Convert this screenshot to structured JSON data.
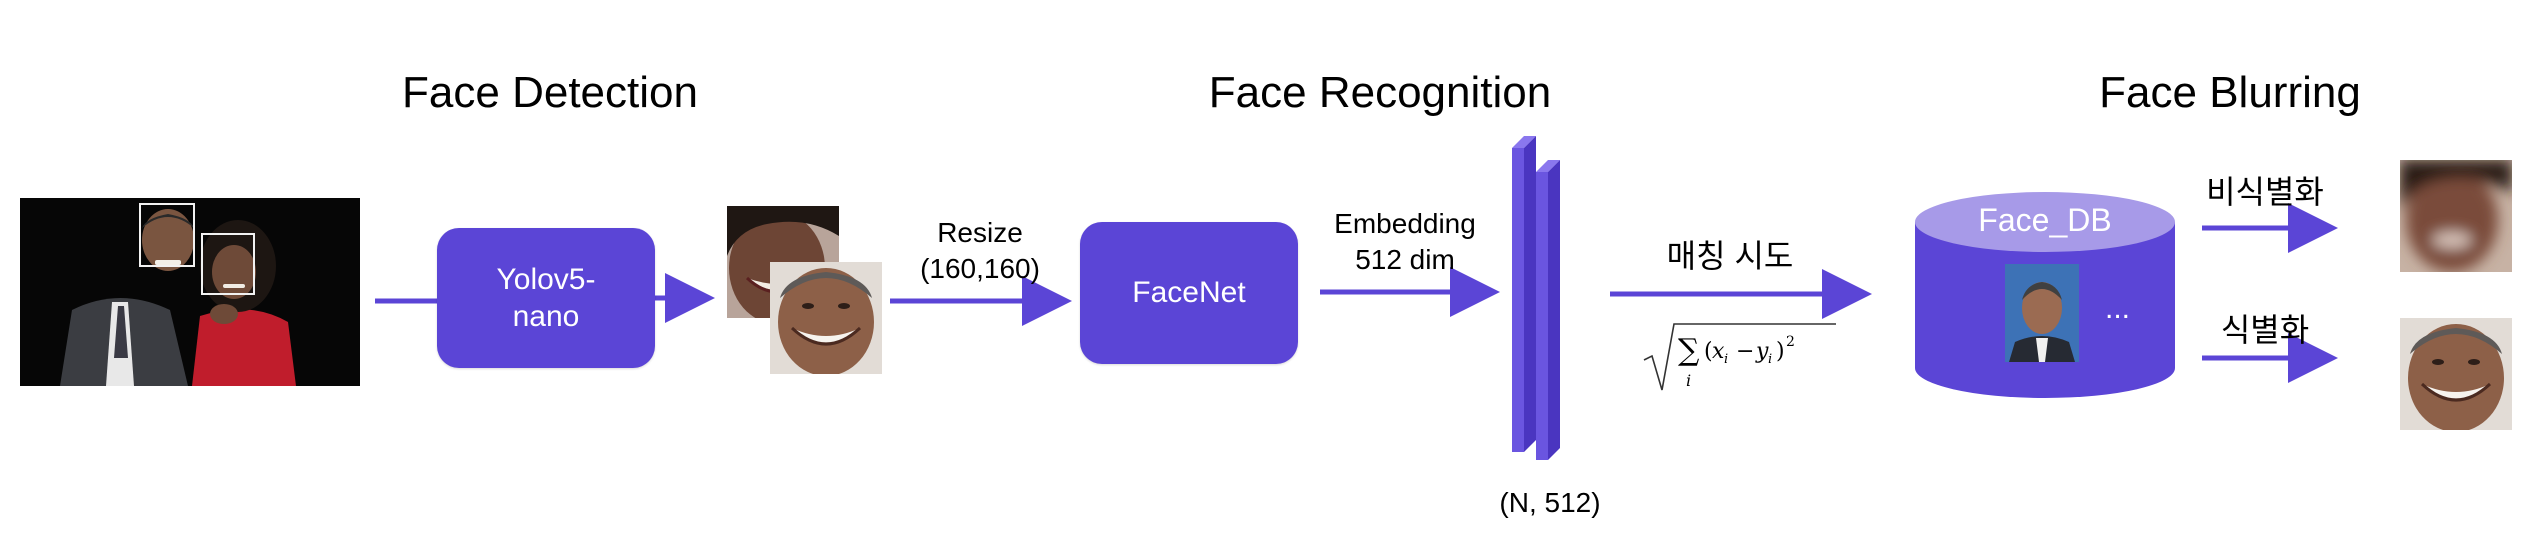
{
  "sections": {
    "detection": "Face Detection",
    "recognition": "Face Recognition",
    "blurring": "Face Blurring"
  },
  "nodes": {
    "yolo": "Yolov5-\nnano",
    "facenet": "FaceNet",
    "db": "Face_DB",
    "db_more": "..."
  },
  "labels": {
    "resize": "Resize\n(160,160)",
    "embedding": "Embedding\n512 dim",
    "tensor_shape": "(N, 512)",
    "matching": "매칭 시도",
    "distance_formula": "√( Σ_i (x_i − y_i)^2 )",
    "nonidentify": "비식별화",
    "identify": "식별화"
  },
  "colors": {
    "accent": "#5b45d6",
    "db_top": "#a79ae8",
    "embedding_bar": "#6a55e0"
  }
}
